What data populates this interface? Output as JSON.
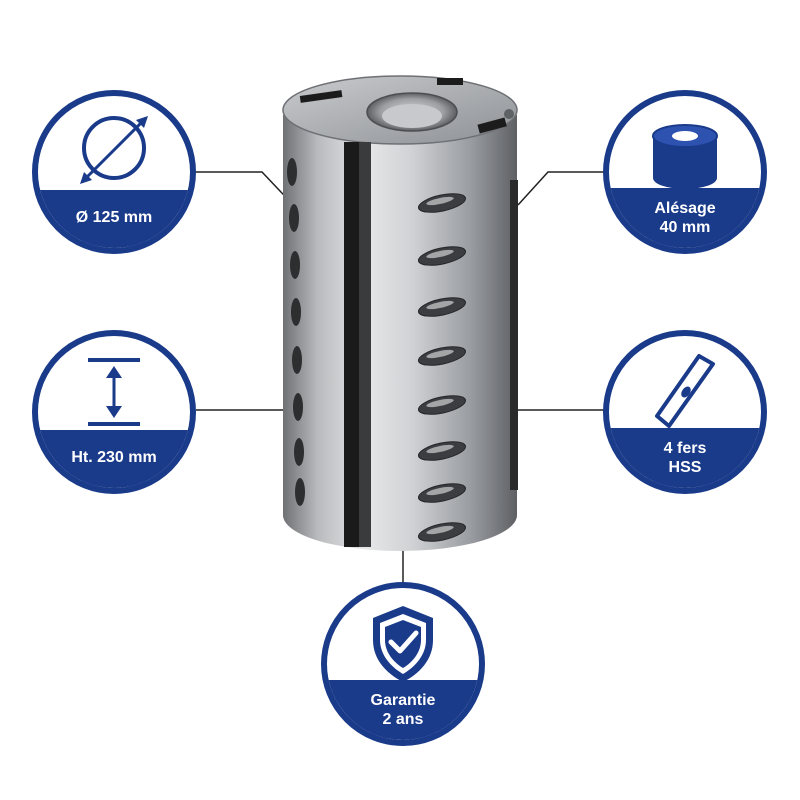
{
  "colors": {
    "brand_blue": "#1a3a8a",
    "connector": "#222222"
  },
  "product": {
    "name_icon": "planer-cutter-head-image"
  },
  "badges": {
    "diameter": {
      "icon": "diameter-icon",
      "line1": "Ø 125 mm"
    },
    "height": {
      "icon": "height-arrow-icon",
      "line1": "Ht. 230 mm"
    },
    "bore": {
      "icon": "bore-cylinder-icon",
      "line1": "Alésage",
      "line2": "40 mm"
    },
    "knives": {
      "icon": "knife-insert-icon",
      "line1": "4 fers",
      "line2": "HSS"
    },
    "warranty": {
      "icon": "shield-check-icon",
      "line1": "Garantie",
      "line2": "2 ans"
    }
  }
}
